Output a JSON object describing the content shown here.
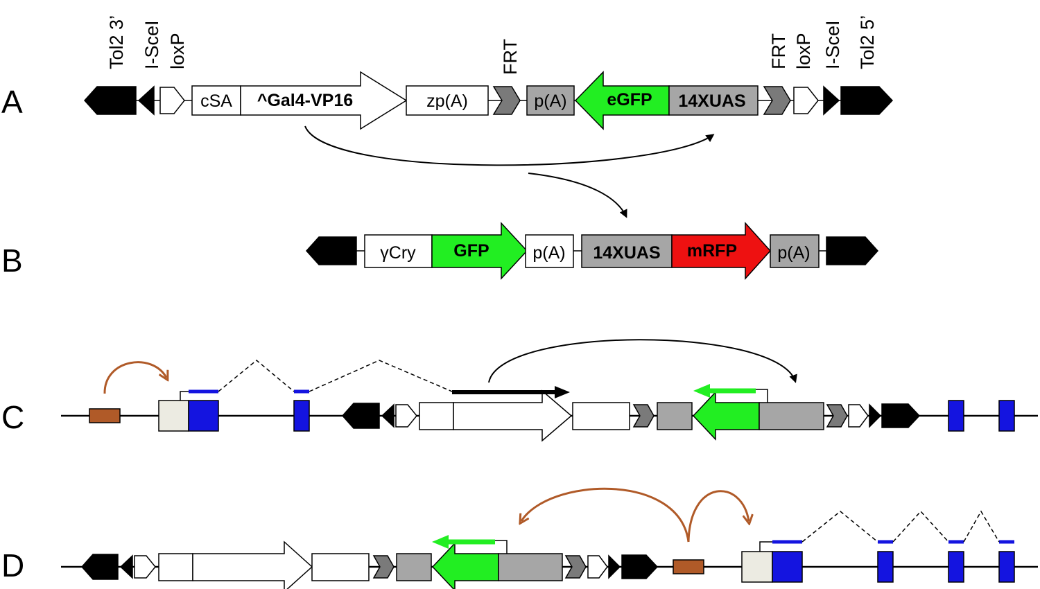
{
  "rows": {
    "a": "A",
    "b": "B",
    "c": "C",
    "d": "D"
  },
  "sites": {
    "tol2_3": "Tol2 3’",
    "isce1_left": "I-SceI",
    "loxp_left": "loxP",
    "frt_left": "FRT",
    "frt_right": "FRT",
    "loxp_right": "loxP",
    "isce1_right": "I-SceI",
    "tol2_5": "Tol2 5’"
  },
  "construct_a": {
    "csa": "cSA",
    "gal4": "^Gal4-VP16",
    "zpa": "zp(A)",
    "pa": "p(A)",
    "egfp": "eGFP",
    "uas": "14XUAS"
  },
  "construct_b": {
    "gcry": "γCry",
    "gfp": "GFP",
    "pa1": "p(A)",
    "uas": "14XUAS",
    "mrfp": "mRFP",
    "pa2": "p(A)"
  },
  "colors": {
    "black": "#000000",
    "gfp_green": "#22ee22",
    "rfp_red": "#ee1111",
    "grey": "#a6a6a6",
    "dark_grey": "#7a7a7a",
    "exon_blue": "#1414e0",
    "enhancer_brown": "#b05a28",
    "utr_beige": "#ecebe2"
  }
}
